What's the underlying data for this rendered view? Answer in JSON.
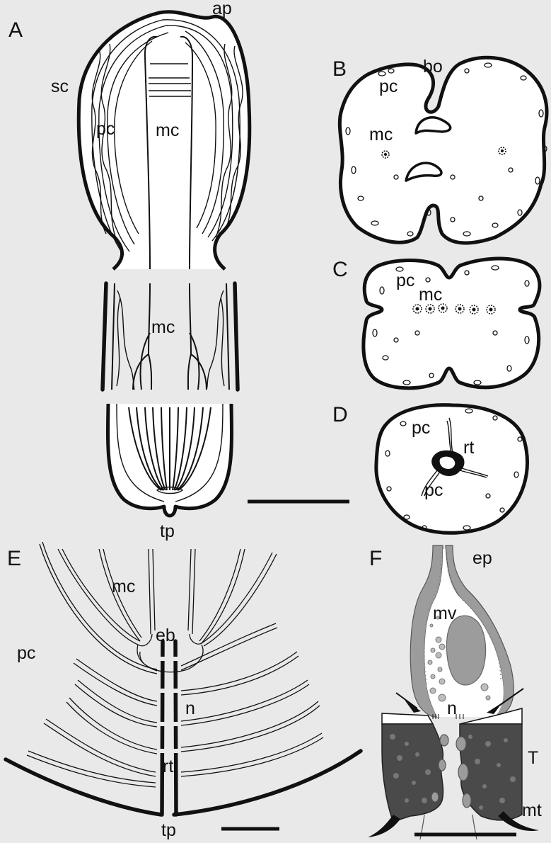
{
  "figure": {
    "panels": {
      "A": {
        "letter": "A",
        "labels": {
          "ap": "ap",
          "sc": "sc",
          "pc": "pc",
          "mc": "mc",
          "mc2": "mc",
          "tp": "tp"
        }
      },
      "B": {
        "letter": "B",
        "labels": {
          "bo": "bo",
          "pc": "pc",
          "mc": "mc"
        }
      },
      "C": {
        "letter": "C",
        "labels": {
          "pc": "pc",
          "mc": "mc"
        }
      },
      "D": {
        "letter": "D",
        "labels": {
          "pc": "pc",
          "rt": "rt",
          "pc2": "pc"
        }
      },
      "E": {
        "letter": "E",
        "labels": {
          "mc": "mc",
          "eb": "eb",
          "pc": "pc",
          "n": "n",
          "rt": "rt",
          "tp": "tp"
        }
      },
      "F": {
        "letter": "F",
        "labels": {
          "ep": "ep",
          "mv": "mv",
          "n": "n",
          "T": "T",
          "mt": "mt"
        }
      }
    }
  }
}
